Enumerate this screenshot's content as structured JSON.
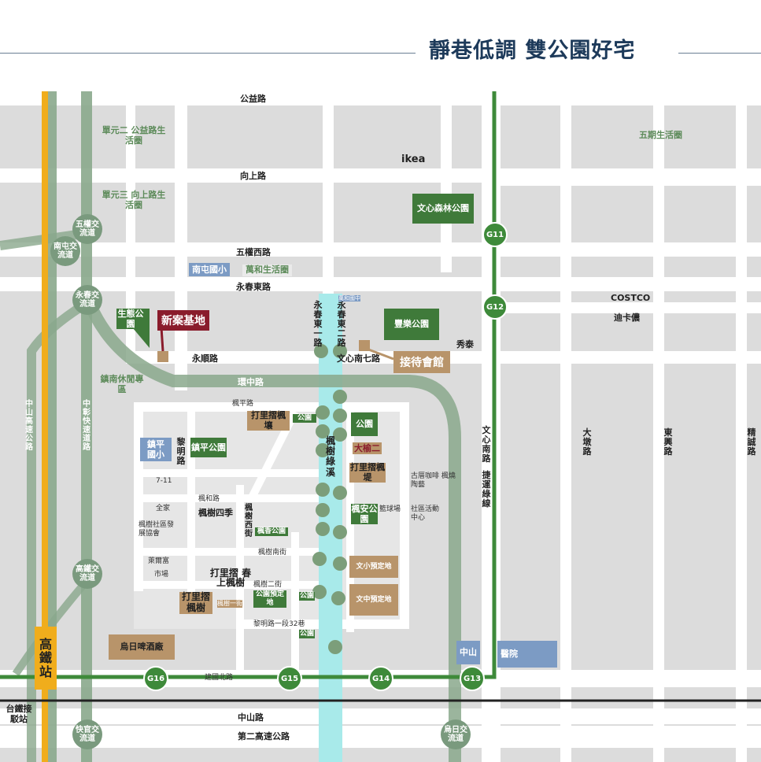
{
  "header": {
    "title": "靜巷低調 雙公園好宅"
  },
  "roads": {
    "gongyi": "公益路",
    "xiangshang": "向上路",
    "wuquan_w": "五權西路",
    "yongchun_e": "永春東路",
    "yongshun": "永順路",
    "wenxin_s7": "文心南七路",
    "huanzhong": "環中路",
    "fengping": "楓平路",
    "fenghe": "楓和路",
    "fengshu_s": "楓樹南街",
    "fengshu_2": "楓樹二街",
    "fengshu_w": "楓樹西街",
    "liming_32": "黎明路一段32巷",
    "jianguo_n": "建國北路",
    "zhongshan": "中山路",
    "freeway2": "第二高速公路",
    "zhongshan_fwy": "中山高速公路",
    "zhongzhang": "中彰快速道路",
    "wenxin_s": "文心南路",
    "mrt_line": "捷運綠線",
    "dadun": "大墩路",
    "dongxing": "東興路",
    "jingcheng": "精誠路",
    "yongchun_e1": "永春東一路",
    "yongchun_e2": "永春東二路",
    "liming": "黎明路"
  },
  "interchanges": {
    "wuquan": "五權交流道",
    "nantun": "南屯交流道",
    "yongchun": "永春交流道",
    "hsr": "高鐵交流道",
    "kuaiguan": "快官交流道",
    "wuri": "烏日交流道"
  },
  "places": {
    "unit2": "單元二 公益路生活圈",
    "unit3": "單元三 向上路生活圈",
    "phase5": "五期生活圈",
    "ikea": "ikea",
    "wenxin_forest": "文心森林公園",
    "nantun_school": "南屯國小",
    "wanhe": "萬和生活圈",
    "eco_park": "生態公園",
    "project": "新案基地",
    "fengle_park": "豐樂公園",
    "xiutai": "秀泰",
    "costco": "COSTCO",
    "decathlon": "迪卡儂",
    "sales_center": "接待會館",
    "zhennan": "鎮南休閒專區",
    "dalitz_fengrang": "打里摺楓壤",
    "park_a": "公園",
    "park_b": "公園",
    "dayu2": "大榆二",
    "zhenping_school": "鎮平國小",
    "zhenping_park": "鎮平公園",
    "fengshu_creek": "楓樹綠溪",
    "dalitz_fengdi": "打里摺楓堤",
    "cafe": "古厝咖啡 楓燒陶藝",
    "seven_eleven": "7-11",
    "family_mart": "全家",
    "four_seasons": "楓樹四季",
    "fengan_park": "楓安公園",
    "basketball": "籃球場",
    "community_center": "社區活動中心",
    "fengshu_assoc": "楓樹社區發展協會",
    "fengxiang_park": "楓香公園",
    "lairfu": "萊爾富",
    "market": "市場",
    "ele_school_site": "文小預定地",
    "mid_school_site": "文中預定地",
    "dalitz_spring": "打里摺 春上楓樹",
    "dalitz_fengshu": "打里摺楓樹",
    "park_reserve": "公園預定地",
    "park_c": "公園",
    "park_d": "公園",
    "fengshu_1st": "楓樹一街",
    "brewery": "烏日啤酒廠",
    "hsr_station": "高鐵站",
    "hospital_a": "中山",
    "hospital_b": "醫院",
    "tra_station": "台鐵接駁站",
    "mrt_small_label": "萬和國中"
  },
  "stations": [
    "G11",
    "G12",
    "G13",
    "G14",
    "G15",
    "G16"
  ],
  "colors": {
    "mrt_green": "#3e8a3a",
    "hsr_yellow": "#f0ad1c",
    "freeway_sage": "#8aa88c",
    "creek_cyan": "#a8eaea",
    "project_red": "#8a1c2c",
    "brown": "#b8946a",
    "blue_school": "#7c9bc4",
    "title_navy": "#1d3a5a"
  }
}
